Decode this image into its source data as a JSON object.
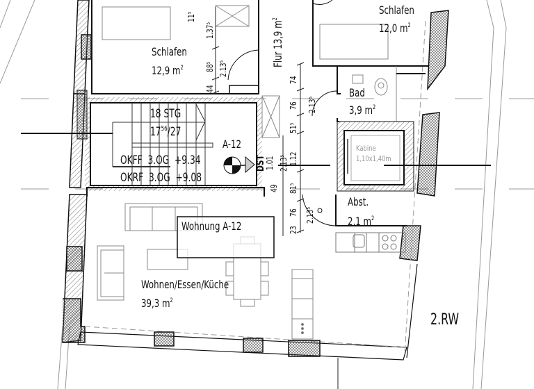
{
  "plan": {
    "floor_label": "2.RW",
    "unit_label": "Wohnung A-12",
    "unit_marker": "A-12",
    "dst_label": "DST",
    "dst_value": "1.01"
  },
  "rooms": {
    "schlafen_left": {
      "name": "Schlafen",
      "area": "12,9 m",
      "unit_sup": "2"
    },
    "schlafen_right": {
      "name": "Schlafen",
      "area": "12,0 m",
      "unit_sup": "2"
    },
    "flur": {
      "name": "Flur 13,9 m",
      "unit_sup": "2"
    },
    "bad": {
      "name": "Bad",
      "area": "3,9 m",
      "unit_sup": "2"
    },
    "abst": {
      "name": "Abst.",
      "area": "2,1 m",
      "unit_sup": "2"
    },
    "wohnen": {
      "name": "Wohnen/Essen/Küche",
      "area": "39,3 m",
      "unit_sup": "2"
    },
    "kabine": {
      "name": "Kabine",
      "size": "1,10x1,40m"
    }
  },
  "stair": {
    "steps": "18 STG",
    "ratio_base": "17",
    "ratio_sup": "56",
    "ratio_tail": "/27",
    "okff": "OKFF  3.OG  +9.34",
    "okrf": "OKRF  3.OG  +9.08"
  },
  "dimensions": {
    "d_115": "11⁵",
    "d_1375": "1.37⁵",
    "d_885": "88⁵",
    "d_2135_a": "2.13⁵",
    "d_44": "44",
    "d_74": "74",
    "d_76_a": "76",
    "d_2135_b": "2.13⁵",
    "d_515": "51⁵",
    "d_112": "1.12",
    "d_2135_c": "2.13⁵",
    "d_49": "49",
    "d_815": "81⁵",
    "d_76_b": "76",
    "d_23": "23",
    "d_2135_d": "2.13⁵"
  },
  "colors": {
    "line": "#111111",
    "thin": "#555555",
    "furniture": "#7a7a7a",
    "hatch": "#444444",
    "background": "#ffffff"
  }
}
